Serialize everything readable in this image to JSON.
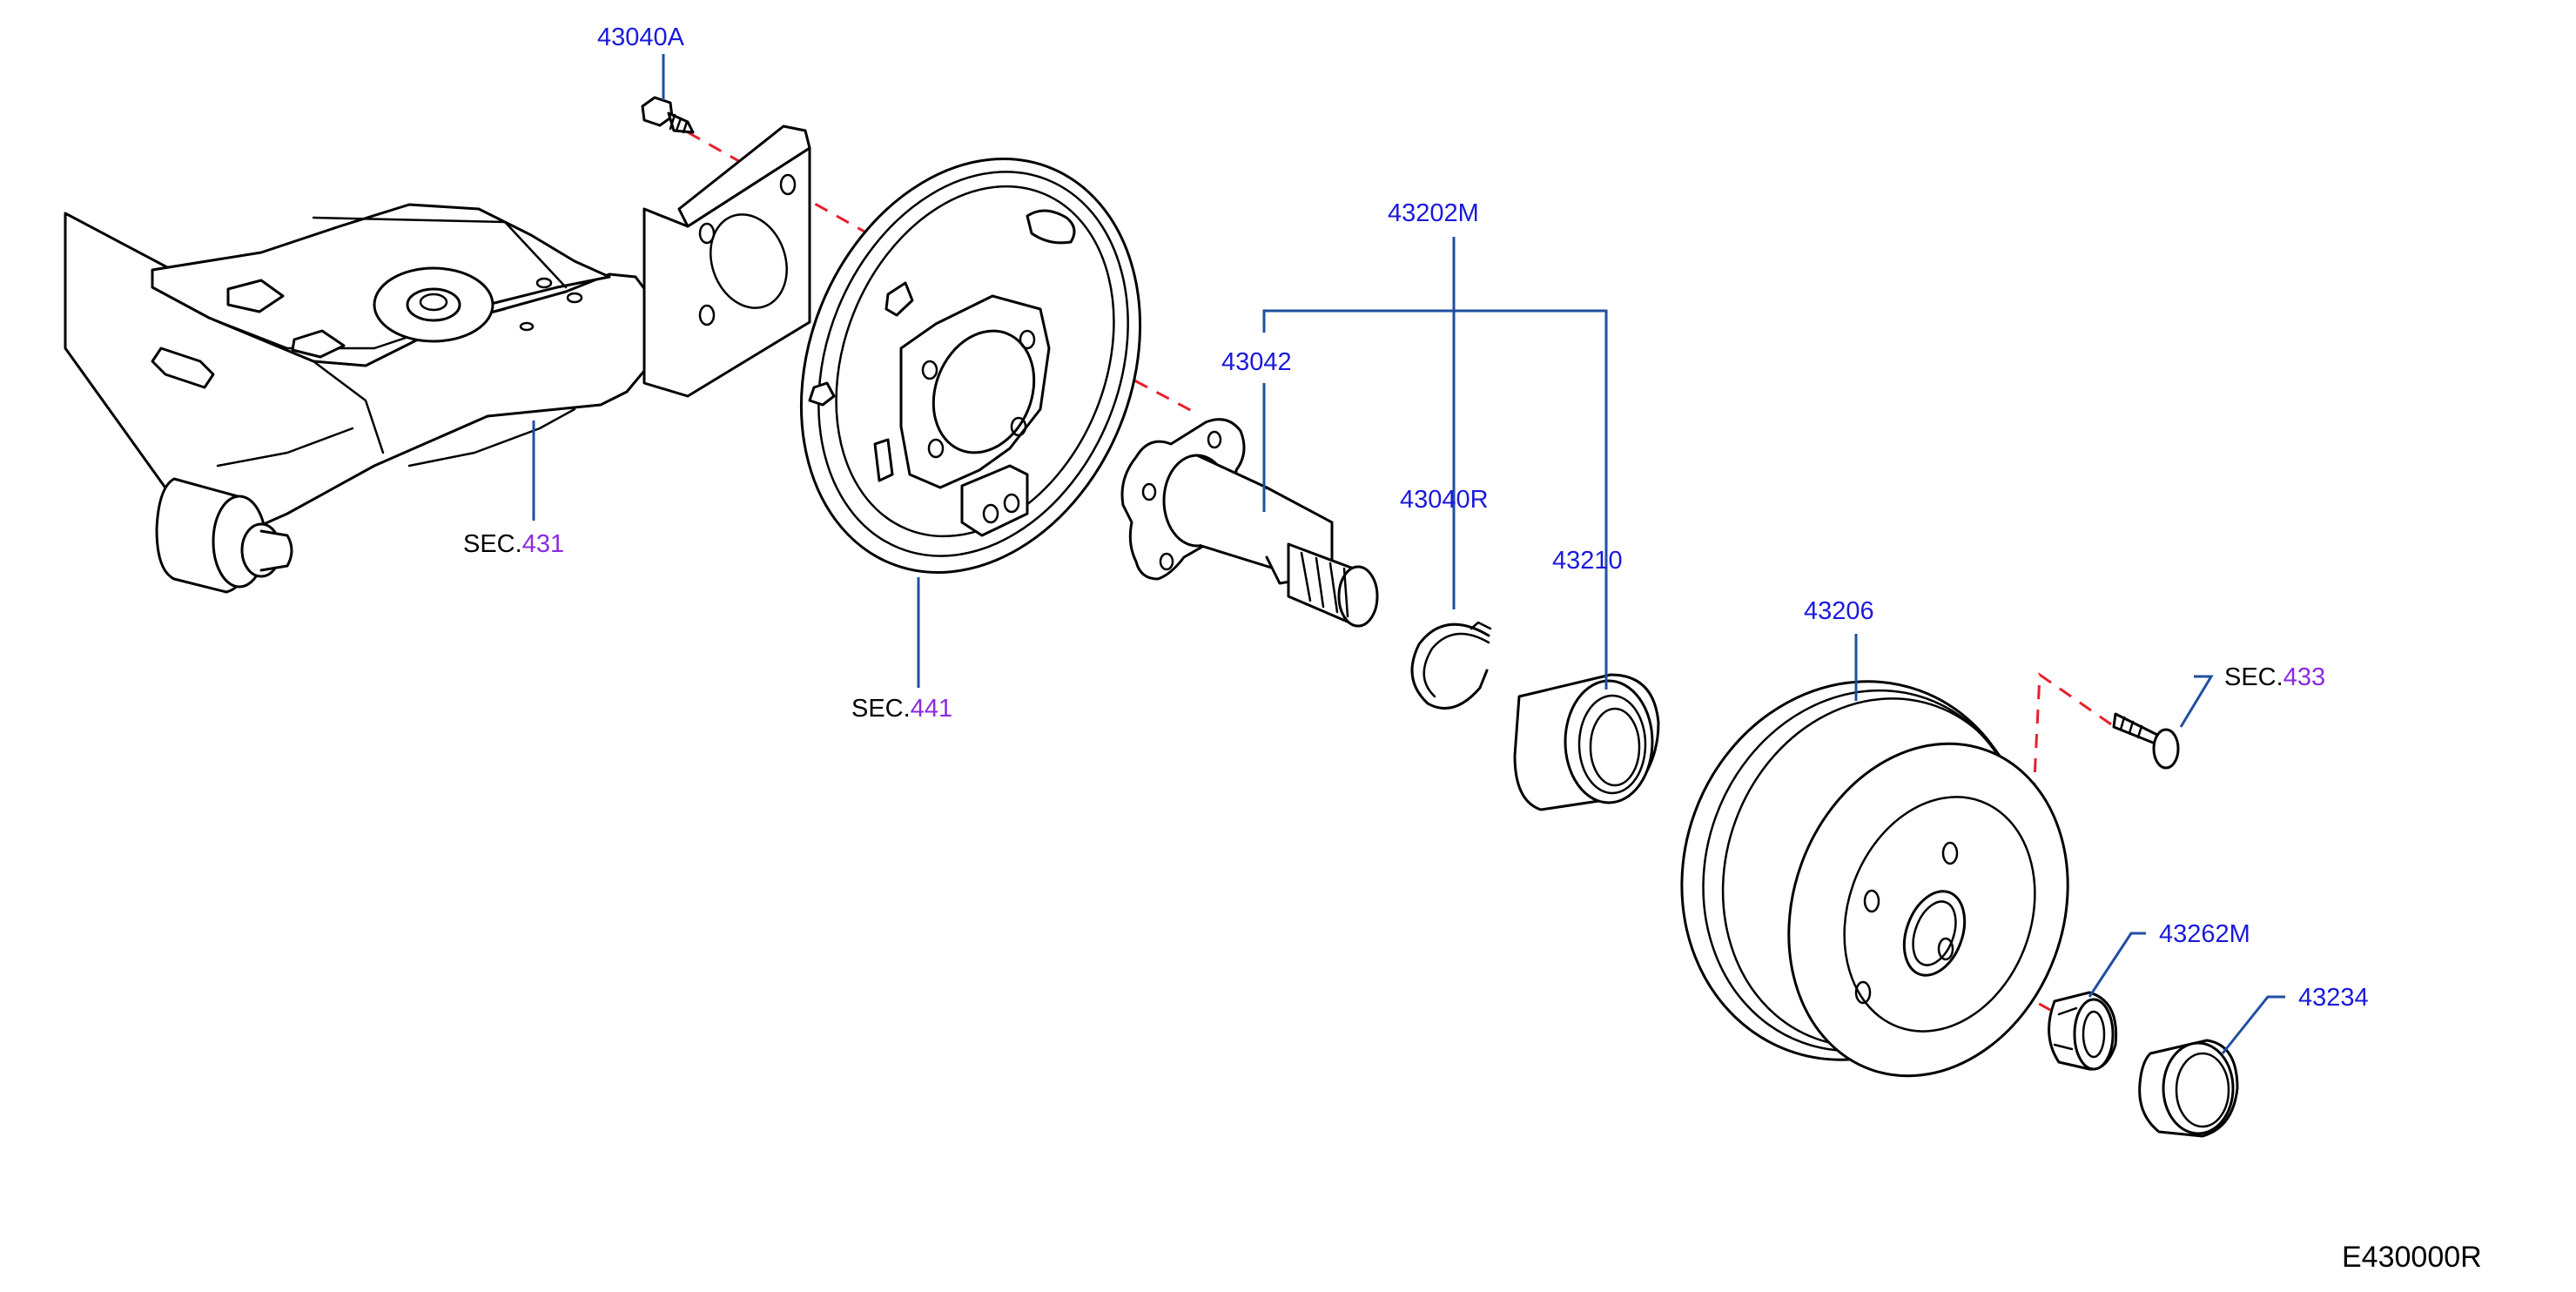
{
  "diagram_code": "E430000R",
  "callouts": {
    "bolt_43040A": "43040A",
    "hub_assembly_43202M": "43202M",
    "spindle_43042": "43042",
    "snap_ring_43040R": "43040R",
    "bearing_43210": "43210",
    "drum_43206": "43206",
    "nut_43262M": "43262M",
    "cap_43234": "43234"
  },
  "section_refs": {
    "axle": {
      "prefix": "SEC.",
      "number": "431"
    },
    "backing_plate": {
      "prefix": "SEC.",
      "number": "441"
    },
    "wheel_bolt": {
      "prefix": "SEC.",
      "number": "433"
    }
  },
  "colors": {
    "label_blue": "#1a1adb",
    "leader_blue": "#1f4fa0",
    "section_number_purple": "#8a2be2",
    "explode_line_red": "#e8202a",
    "line_art": "#000000"
  }
}
